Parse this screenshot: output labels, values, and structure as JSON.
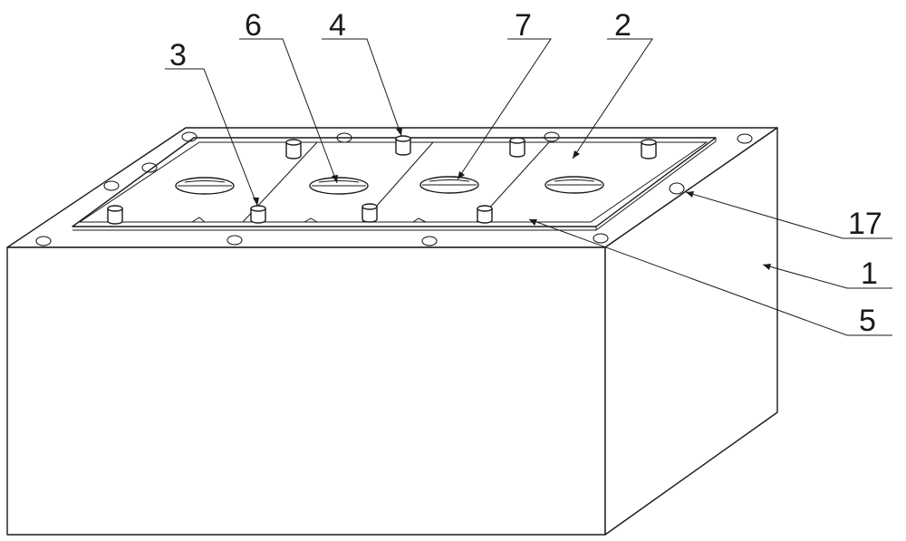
{
  "figure": {
    "labels": {
      "l1": "1",
      "l2": "2",
      "l3": "3",
      "l4": "4",
      "l5": "5",
      "l6": "6",
      "l7": "7",
      "l17": "17"
    }
  }
}
